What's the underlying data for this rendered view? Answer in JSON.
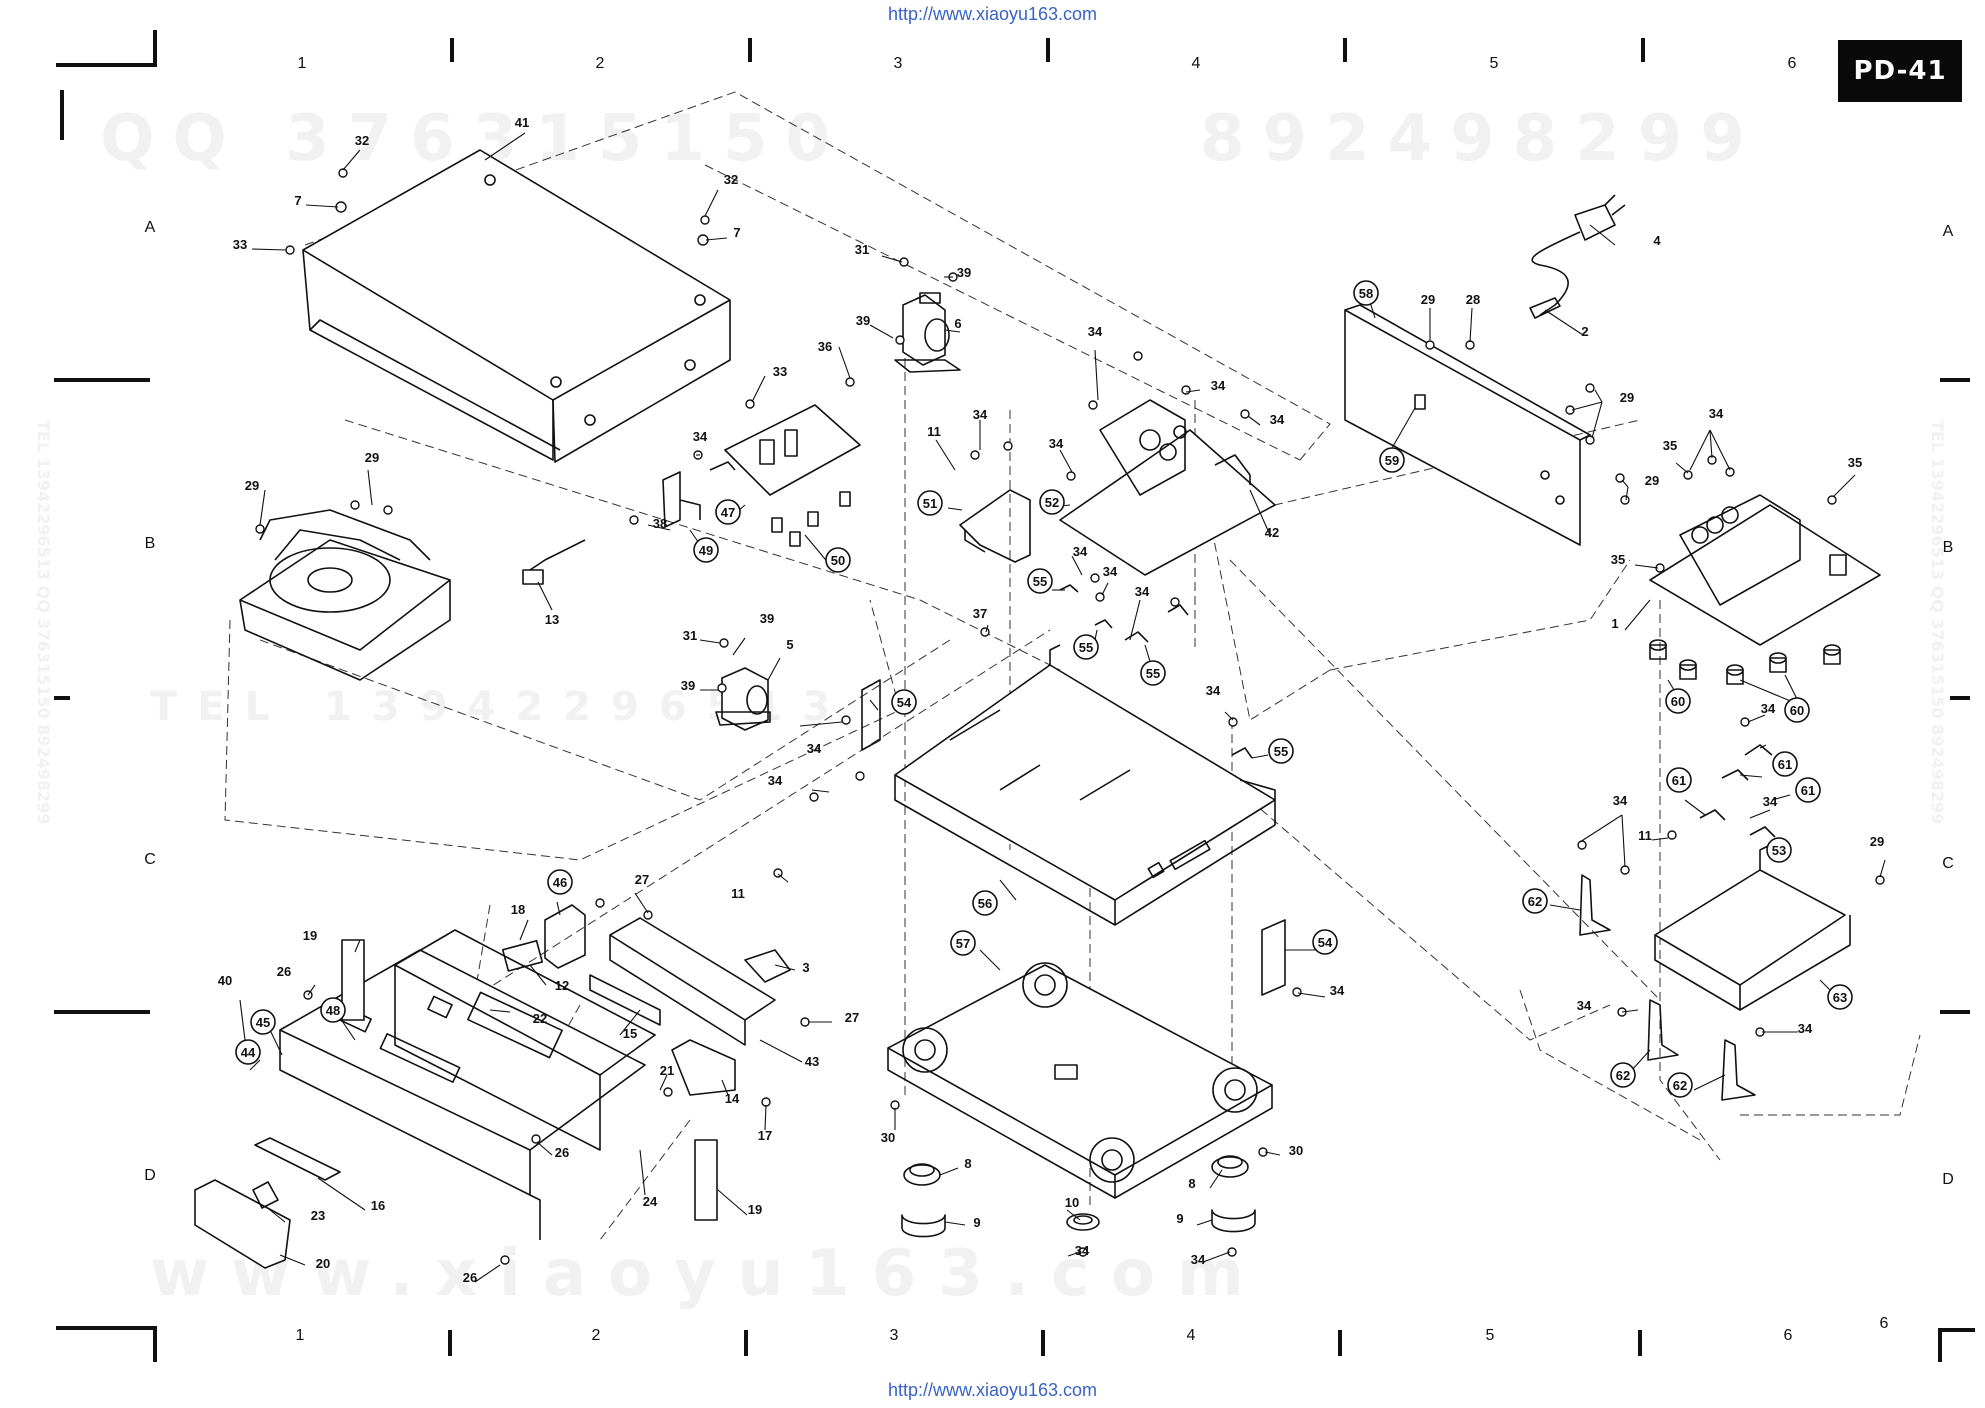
{
  "header": {
    "url": "http://www.xiaoyu163.com",
    "model": "PD-41"
  },
  "footer": {
    "url": "http://www.xiaoyu163.com",
    "page_number": "6"
  },
  "grid": {
    "columns": [
      "1",
      "2",
      "3",
      "4",
      "5",
      "6"
    ],
    "rows": [
      "A",
      "B",
      "C",
      "D"
    ]
  },
  "watermarks": {
    "qq_left": "QQ 376315150",
    "qq_right": "892498299",
    "tel": "TEL 13942296513",
    "site": "www.xiaoyu163.com",
    "side_left": "TEL 13942296513 QQ 376315150 892498299",
    "side_right": "TEL 13942296513 QQ 376315150 892498299"
  },
  "callouts": [
    {
      "id": "c41",
      "label": "41",
      "circled": false
    },
    {
      "id": "c32a",
      "label": "32",
      "circled": false
    },
    {
      "id": "c7a",
      "label": "7",
      "circled": false
    },
    {
      "id": "c33a",
      "label": "33",
      "circled": false
    },
    {
      "id": "c32b",
      "label": "32",
      "circled": false
    },
    {
      "id": "c7b",
      "label": "7",
      "circled": false
    },
    {
      "id": "c33b",
      "label": "33",
      "circled": false
    },
    {
      "id": "c29a",
      "label": "29",
      "circled": false
    },
    {
      "id": "c29b",
      "label": "29",
      "circled": false
    },
    {
      "id": "c13",
      "label": "13",
      "circled": false
    },
    {
      "id": "c31a",
      "label": "31",
      "circled": false
    },
    {
      "id": "c39a",
      "label": "39",
      "circled": false
    },
    {
      "id": "c39b",
      "label": "39",
      "circled": false
    },
    {
      "id": "c6",
      "label": "6",
      "circled": false
    },
    {
      "id": "c36",
      "label": "36",
      "circled": false
    },
    {
      "id": "c34a",
      "label": "34",
      "circled": false
    },
    {
      "id": "c38",
      "label": "38",
      "circled": false
    },
    {
      "id": "c47",
      "label": "47",
      "circled": true
    },
    {
      "id": "c49",
      "label": "49",
      "circled": true
    },
    {
      "id": "c50",
      "label": "50",
      "circled": true
    },
    {
      "id": "c31b",
      "label": "31",
      "circled": false
    },
    {
      "id": "c39c",
      "label": "39",
      "circled": false
    },
    {
      "id": "c5",
      "label": "5",
      "circled": false
    },
    {
      "id": "c39d",
      "label": "39",
      "circled": false
    },
    {
      "id": "c11a",
      "label": "11",
      "circled": false
    },
    {
      "id": "c34b",
      "label": "34",
      "circled": false
    },
    {
      "id": "c51",
      "label": "51",
      "circled": true
    },
    {
      "id": "c34c",
      "label": "34",
      "circled": false
    },
    {
      "id": "c52",
      "label": "52",
      "circled": true
    },
    {
      "id": "c34d",
      "label": "34",
      "circled": false
    },
    {
      "id": "c34e",
      "label": "34",
      "circled": false
    },
    {
      "id": "c34f",
      "label": "34",
      "circled": false
    },
    {
      "id": "c42",
      "label": "42",
      "circled": false
    },
    {
      "id": "c34g",
      "label": "34",
      "circled": false
    },
    {
      "id": "c55a",
      "label": "55",
      "circled": true
    },
    {
      "id": "c34h",
      "label": "34",
      "circled": false
    },
    {
      "id": "c55b",
      "label": "55",
      "circled": true
    },
    {
      "id": "c34i",
      "label": "34",
      "circled": false
    },
    {
      "id": "c55c",
      "label": "55",
      "circled": true
    },
    {
      "id": "c37",
      "label": "37",
      "circled": false
    },
    {
      "id": "c54a",
      "label": "54",
      "circled": true
    },
    {
      "id": "c34j",
      "label": "34",
      "circled": false
    },
    {
      "id": "c34k",
      "label": "34",
      "circled": false
    },
    {
      "id": "c55d",
      "label": "55",
      "circled": true
    },
    {
      "id": "c34l",
      "label": "34",
      "circled": false
    },
    {
      "id": "c11b",
      "label": "11",
      "circled": false
    },
    {
      "id": "c56",
      "label": "56",
      "circled": true
    },
    {
      "id": "c57",
      "label": "57",
      "circled": true
    },
    {
      "id": "c54b",
      "label": "54",
      "circled": true
    },
    {
      "id": "c34m",
      "label": "34",
      "circled": false
    },
    {
      "id": "c58",
      "label": "58",
      "circled": true
    },
    {
      "id": "c29c",
      "label": "29",
      "circled": false
    },
    {
      "id": "c28",
      "label": "28",
      "circled": false
    },
    {
      "id": "c4",
      "label": "4",
      "circled": false
    },
    {
      "id": "c2",
      "label": "2",
      "circled": false
    },
    {
      "id": "c29d",
      "label": "29",
      "circled": false
    },
    {
      "id": "c59",
      "label": "59",
      "circled": true
    },
    {
      "id": "c29e",
      "label": "29",
      "circled": false
    },
    {
      "id": "c34n",
      "label": "34",
      "circled": false
    },
    {
      "id": "c35a",
      "label": "35",
      "circled": false
    },
    {
      "id": "c35b",
      "label": "35",
      "circled": false
    },
    {
      "id": "c35c",
      "label": "35",
      "circled": false
    },
    {
      "id": "c1",
      "label": "1",
      "circled": false
    },
    {
      "id": "c60a",
      "label": "60",
      "circled": true
    },
    {
      "id": "c60b",
      "label": "60",
      "circled": true
    },
    {
      "id": "c34o",
      "label": "34",
      "circled": false
    },
    {
      "id": "c61a",
      "label": "61",
      "circled": true
    },
    {
      "id": "c61b",
      "label": "61",
      "circled": true
    },
    {
      "id": "c34p",
      "label": "34",
      "circled": false
    },
    {
      "id": "c61c",
      "label": "61",
      "circled": true
    },
    {
      "id": "c34q",
      "label": "34",
      "circled": false
    },
    {
      "id": "c11c",
      "label": "11",
      "circled": false
    },
    {
      "id": "c53",
      "label": "53",
      "circled": true
    },
    {
      "id": "c29f",
      "label": "29",
      "circled": false
    },
    {
      "id": "c62a",
      "label": "62",
      "circled": true
    },
    {
      "id": "c63",
      "label": "63",
      "circled": true
    },
    {
      "id": "c34r",
      "label": "34",
      "circled": false
    },
    {
      "id": "c34s",
      "label": "34",
      "circled": false
    },
    {
      "id": "c62b",
      "label": "62",
      "circled": true
    },
    {
      "id": "c62c",
      "label": "62",
      "circled": true
    },
    {
      "id": "c46",
      "label": "46",
      "circled": true
    },
    {
      "id": "c27a",
      "label": "27",
      "circled": false
    },
    {
      "id": "c18",
      "label": "18",
      "circled": false
    },
    {
      "id": "c12",
      "label": "12",
      "circled": false
    },
    {
      "id": "c3",
      "label": "3",
      "circled": false
    },
    {
      "id": "c19a",
      "label": "19",
      "circled": false
    },
    {
      "id": "c26a",
      "label": "26",
      "circled": false
    },
    {
      "id": "c40",
      "label": "40",
      "circled": false
    },
    {
      "id": "c45",
      "label": "45",
      "circled": true
    },
    {
      "id": "c48",
      "label": "48",
      "circled": true
    },
    {
      "id": "c22",
      "label": "22",
      "circled": false
    },
    {
      "id": "c15",
      "label": "15",
      "circled": false
    },
    {
      "id": "c27b",
      "label": "27",
      "circled": false
    },
    {
      "id": "c43",
      "label": "43",
      "circled": false
    },
    {
      "id": "c44",
      "label": "44",
      "circled": true
    },
    {
      "id": "c21",
      "label": "21",
      "circled": false
    },
    {
      "id": "c14",
      "label": "14",
      "circled": false
    },
    {
      "id": "c17",
      "label": "17",
      "circled": false
    },
    {
      "id": "c26b",
      "label": "26",
      "circled": false
    },
    {
      "id": "c24",
      "label": "24",
      "circled": false
    },
    {
      "id": "c19b",
      "label": "19",
      "circled": false
    },
    {
      "id": "c23",
      "label": "23",
      "circled": false
    },
    {
      "id": "c16",
      "label": "16",
      "circled": false
    },
    {
      "id": "c20",
      "label": "20",
      "circled": false
    },
    {
      "id": "c26c",
      "label": "26",
      "circled": false
    },
    {
      "id": "c30a",
      "label": "30",
      "circled": false
    },
    {
      "id": "c8a",
      "label": "8",
      "circled": false
    },
    {
      "id": "c9a",
      "label": "9",
      "circled": false
    },
    {
      "id": "c10",
      "label": "10",
      "circled": false
    },
    {
      "id": "c34t",
      "label": "34",
      "circled": false
    },
    {
      "id": "c30b",
      "label": "30",
      "circled": false
    },
    {
      "id": "c8b",
      "label": "8",
      "circled": false
    },
    {
      "id": "c9b",
      "label": "9",
      "circled": false
    },
    {
      "id": "c34u",
      "label": "34",
      "circled": false
    }
  ]
}
